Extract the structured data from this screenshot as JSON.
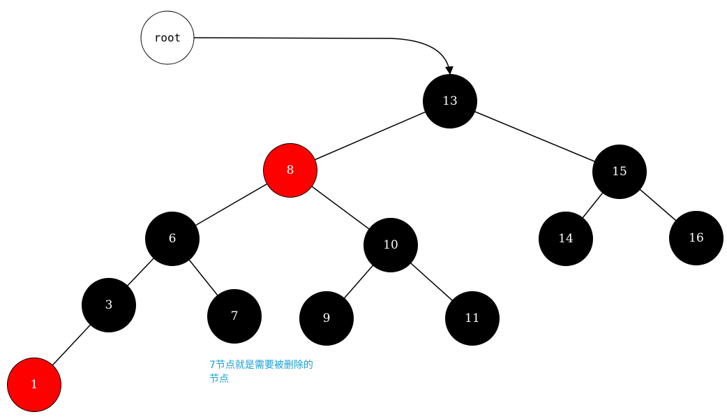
{
  "diagram": {
    "root_label": "root",
    "annotation": "7节点就是需要被删除的\n节点",
    "colors": {
      "black_node": "#000000",
      "red_node": "#ff0000",
      "node_text": "#ffffff",
      "edge": "#000000",
      "annotation_text": "#1a9fd4"
    },
    "nodes": [
      {
        "key": "13",
        "color": "black"
      },
      {
        "key": "8",
        "color": "red"
      },
      {
        "key": "15",
        "color": "black"
      },
      {
        "key": "6",
        "color": "black"
      },
      {
        "key": "10",
        "color": "black"
      },
      {
        "key": "14",
        "color": "black"
      },
      {
        "key": "16",
        "color": "black"
      },
      {
        "key": "3",
        "color": "black"
      },
      {
        "key": "7",
        "color": "black"
      },
      {
        "key": "9",
        "color": "black"
      },
      {
        "key": "11",
        "color": "black"
      },
      {
        "key": "1",
        "color": "red"
      }
    ],
    "edges": [
      [
        "13",
        "8"
      ],
      [
        "13",
        "15"
      ],
      [
        "8",
        "6"
      ],
      [
        "8",
        "10"
      ],
      [
        "15",
        "14"
      ],
      [
        "15",
        "16"
      ],
      [
        "6",
        "3"
      ],
      [
        "6",
        "7"
      ],
      [
        "10",
        "9"
      ],
      [
        "10",
        "11"
      ],
      [
        "3",
        "1"
      ]
    ]
  }
}
